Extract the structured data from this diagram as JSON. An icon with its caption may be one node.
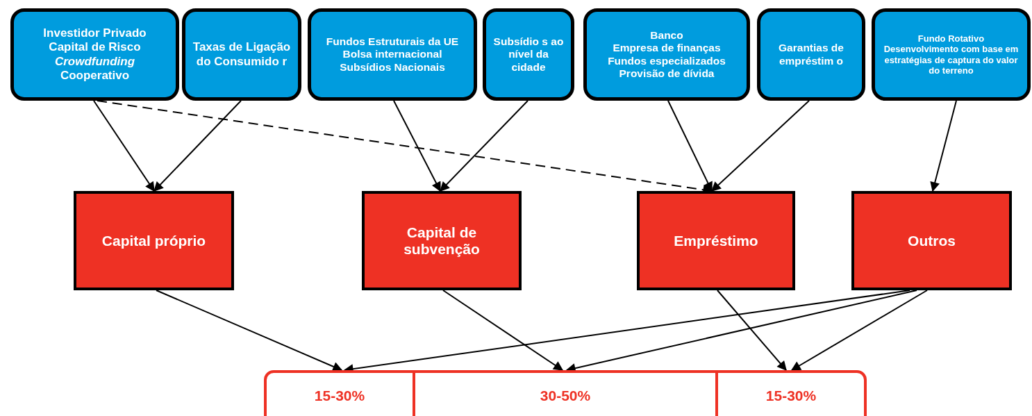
{
  "diagram": {
    "nodes": [
      {
        "text": [
          "Investidor Privado",
          "Capital de Risco",
          "*Crowdfunding*",
          "Cooperativo"
        ]
      },
      {
        "text": [
          "Taxas de Ligação do Consumido r"
        ]
      },
      {
        "text": [
          "Fundos Estruturais da UE",
          "Bolsa internacional",
          "Subsídios Nacionais"
        ]
      },
      {
        "text": [
          "Subsídio s ao nível da cidade"
        ]
      },
      {
        "text": [
          "Banco",
          "Empresa de finanças",
          "Fundos especializados",
          "Provisão de dívida"
        ]
      },
      {
        "text": [
          "Garantias de empréstim o"
        ]
      },
      {
        "text": [
          "Fundo Rotativo",
          "Desenvolvimento com base em estratégias de captura do valor do terreno"
        ]
      },
      {
        "text": [
          "Capital próprio"
        ]
      },
      {
        "text": [
          "Capital de subvenção"
        ]
      },
      {
        "text": [
          "Empréstimo"
        ]
      },
      {
        "text": [
          "Outros"
        ]
      },
      {
        "text": [
          "15-30%"
        ]
      },
      {
        "text": [
          "30-50%"
        ]
      },
      {
        "text": [
          "15-30%"
        ]
      }
    ],
    "edges": [
      {
        "from": 0,
        "to": 7,
        "arrow": "to"
      },
      {
        "from": 1,
        "to": 7,
        "arrow": "to"
      },
      {
        "from": 0,
        "to": 9,
        "arrow": "to",
        "style": "dashed"
      },
      {
        "from": 2,
        "to": 8,
        "arrow": "to"
      },
      {
        "from": 3,
        "to": 8,
        "arrow": "to"
      },
      {
        "from": 4,
        "to": 9,
        "arrow": "to"
      },
      {
        "from": 5,
        "to": 9,
        "arrow": "to"
      },
      {
        "from": 6,
        "to": 10,
        "arrow": "to"
      },
      {
        "from": 7,
        "to": 11,
        "arrow": "to"
      },
      {
        "from": 8,
        "to": 12,
        "arrow": "to"
      },
      {
        "from": 9,
        "to": 13,
        "arrow": "to"
      },
      {
        "from": 10,
        "to": 11,
        "arrow": "to"
      },
      {
        "from": 10,
        "to": 12,
        "arrow": "to"
      },
      {
        "from": 10,
        "to": 13,
        "arrow": "to"
      }
    ]
  }
}
